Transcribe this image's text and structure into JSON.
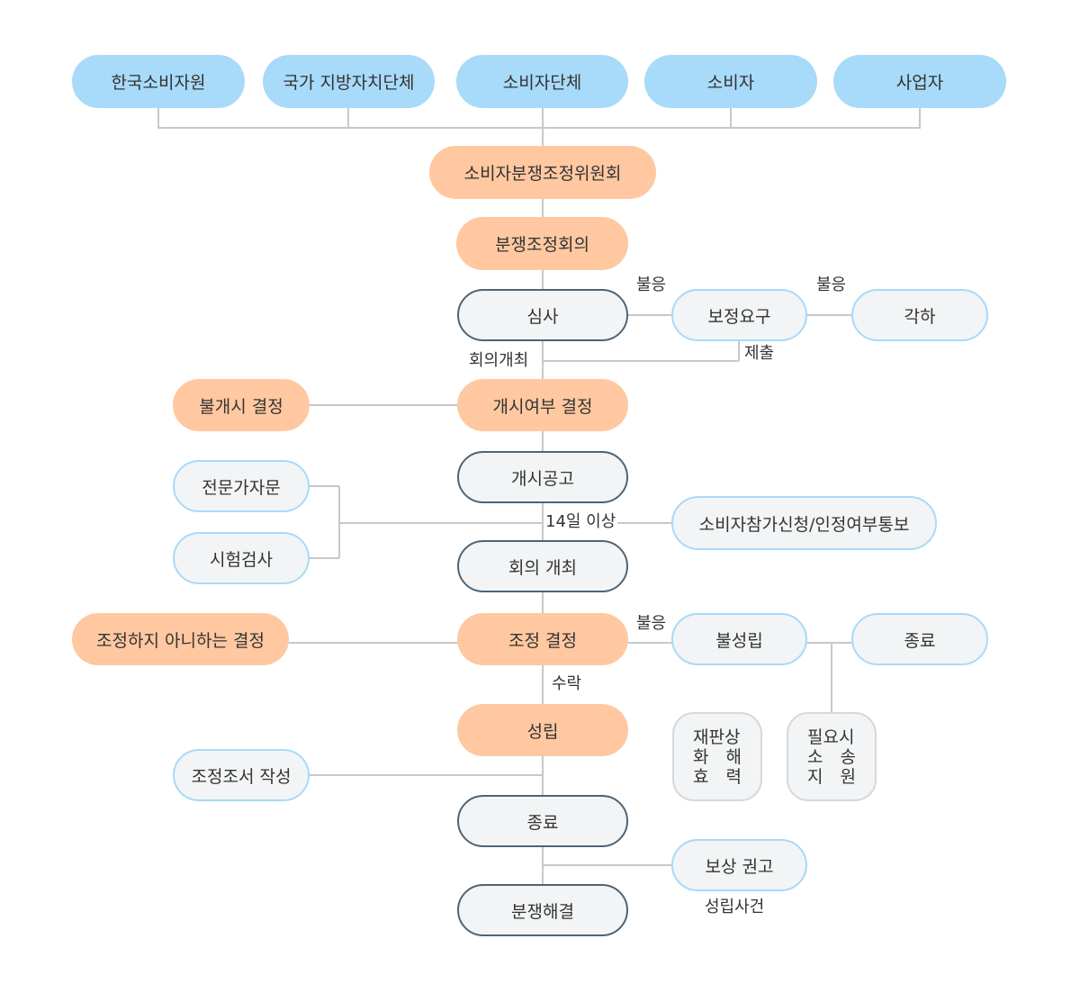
{
  "top_row": {
    "kca": "한국소비자원",
    "gov": "국가 지방자치단체",
    "group": "소비자단체",
    "consumer": "소비자",
    "business": "사업자"
  },
  "flow": {
    "committee": "소비자분쟁조정위원회",
    "meeting": "분쟁조정회의",
    "review": "심사",
    "supplement": "보정요구",
    "dismiss": "각하",
    "start_decision": "개시여부 결정",
    "no_start": "불개시 결정",
    "notice": "개시공고",
    "expert": "전문가자문",
    "test": "시험검사",
    "participation": "소비자참가신청/인정여부통보",
    "session": "회의 개최",
    "mediation_decision": "조정 결정",
    "no_mediation": "조정하지 아니하는 결정",
    "failed": "불성립",
    "end_right": "종료",
    "effect": "재판상\n화　해\n효　력",
    "lawsuit": "필요시\n소　송\n지　원",
    "established": "성립",
    "document": "조정조서 작성",
    "end": "종료",
    "compensation": "보상 권고",
    "resolution": "분쟁해결"
  },
  "labels": {
    "refuse1": "불응",
    "refuse2": "불응",
    "submit": "제출",
    "hold": "회의개최",
    "days": "14일 이상",
    "refuse3": "불응",
    "accept": "수락",
    "established_case": "성립사건"
  },
  "colors": {
    "blue": "#a8daf9",
    "orange": "#ffc8a0",
    "gray_border": "#4d6478",
    "light_border": "#a8daf9",
    "line": "#c8c8c8"
  }
}
